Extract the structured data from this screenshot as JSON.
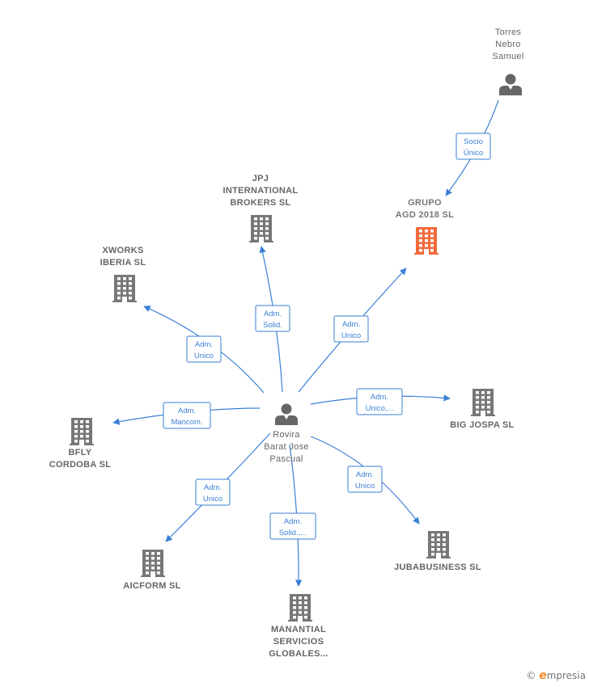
{
  "nodes": {
    "torres": {
      "type": "person",
      "lines": [
        "Torres",
        "Nebro",
        "Samuel"
      ]
    },
    "grupo": {
      "type": "company",
      "highlight": true,
      "lines": [
        "GRUPO",
        "AGD 2018  SL"
      ]
    },
    "jpj": {
      "type": "company",
      "lines": [
        "JPJ",
        "INTERNATIONAL",
        "BROKERS  SL"
      ]
    },
    "xworks": {
      "type": "company",
      "lines": [
        "XWORKS",
        "IBERIA  SL"
      ]
    },
    "rovira": {
      "type": "person",
      "lines": [
        "Rovira",
        "Barat Jose",
        "Pascual"
      ]
    },
    "bfly": {
      "type": "company",
      "lines": [
        "BFLY",
        "CORDOBA  SL"
      ]
    },
    "bigjospa": {
      "type": "company",
      "lines": [
        "BIG JOSPA  SL"
      ]
    },
    "aicform": {
      "type": "company",
      "lines": [
        "AICFORM  SL"
      ]
    },
    "jubabusiness": {
      "type": "company",
      "lines": [
        "JUBABUSINESS SL"
      ]
    },
    "manantial": {
      "type": "company",
      "lines": [
        "MANANTIAL",
        "SERVICIOS",
        "GLOBALES..."
      ]
    }
  },
  "edges": [
    {
      "id": "torres-grupo",
      "from": "torres",
      "to": "grupo",
      "lines": [
        "Socio",
        "Único"
      ]
    },
    {
      "id": "rovira-jpj",
      "from": "rovira",
      "to": "jpj",
      "lines": [
        "Adm.",
        "Solid."
      ]
    },
    {
      "id": "rovira-grupo",
      "from": "rovira",
      "to": "grupo",
      "lines": [
        "Adm.",
        "Unico"
      ]
    },
    {
      "id": "rovira-xworks",
      "from": "rovira",
      "to": "xworks",
      "lines": [
        "Adm.",
        "Unico"
      ]
    },
    {
      "id": "rovira-bfly",
      "from": "rovira",
      "to": "bfly",
      "lines": [
        "Adm.",
        "Mancom."
      ]
    },
    {
      "id": "rovira-bigjospa",
      "from": "rovira",
      "to": "bigjospa",
      "lines": [
        "Adm.",
        "Unico,..."
      ]
    },
    {
      "id": "rovira-jubabusiness",
      "from": "rovira",
      "to": "jubabusiness",
      "lines": [
        "Adm.",
        "Unico"
      ]
    },
    {
      "id": "rovira-aicform",
      "from": "rovira",
      "to": "aicform",
      "lines": [
        "Adm.",
        "Unico"
      ]
    },
    {
      "id": "rovira-manantial",
      "from": "rovira",
      "to": "manantial",
      "lines": [
        "Adm.",
        "Solid.,..."
      ]
    }
  ],
  "colors": {
    "edge": "#3a7fd5",
    "company_icon": "#777777",
    "company_icon_highlight": "#f26a3a",
    "person_icon": "#666666",
    "label": "#666666"
  },
  "icons": {
    "person": "person-icon",
    "company": "building-icon",
    "copyright": "copyright-icon"
  },
  "footer": {
    "copyright": "©",
    "brand_initial": "e",
    "brand_rest": "mpresia"
  }
}
